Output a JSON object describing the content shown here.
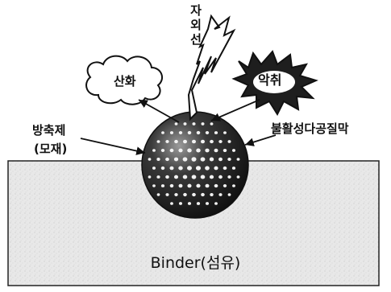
{
  "diagram": {
    "uv_label_chars": [
      "자",
      "외",
      "선"
    ],
    "oxidation_label": "산화",
    "deodor_label": "악취",
    "fragrance_label": "방축제",
    "carrier_label": "(모재)",
    "film_label": "불활성다공질막",
    "binder_label": "Binder(섬유)"
  },
  "colors": {
    "ink": "#111111",
    "fiber_fill": "#e6e6e6",
    "sphere_dark": "#1a1a1a",
    "pore": "#f2f2f2",
    "cloud_fill": "#ffffff",
    "burst_fill": "#1e1e1e"
  }
}
